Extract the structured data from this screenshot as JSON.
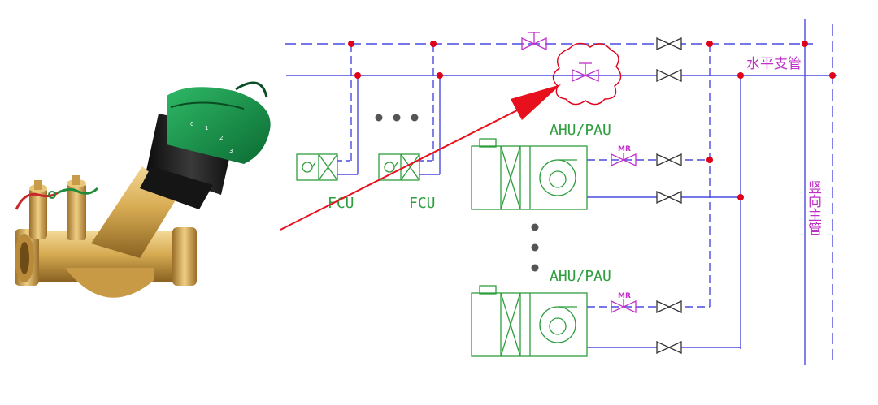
{
  "labels": {
    "fcu_left": "FCU",
    "fcu_right": "FCU",
    "ahu_top": "AHU/PAU",
    "ahu_bottom": "AHU/PAU",
    "mr_top": "MR",
    "mr_bottom": "MR",
    "horizontal_branch": "水平支管",
    "vertical_riser": "竖向主管"
  },
  "colors": {
    "supply_pipe": "#4a4adf",
    "equipment": "#2e9e3e",
    "balancing_valve": "#c02fc9",
    "node": "#e0001a",
    "arrow": "#e8101c",
    "valve": "#333333"
  }
}
